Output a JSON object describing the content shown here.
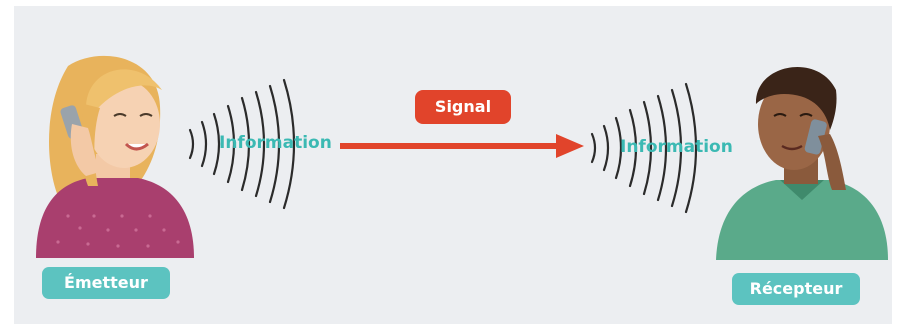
{
  "sender": {
    "label": "Émetteur",
    "info_label": "Information"
  },
  "receiver": {
    "label": "Récepteur",
    "info_label": "Information"
  },
  "signal": {
    "label": "Signal"
  },
  "colors": {
    "teal": "#5cc3c0",
    "info_text": "#3bb9b3",
    "signal_red": "#e1442b",
    "background": "#eceef1"
  }
}
